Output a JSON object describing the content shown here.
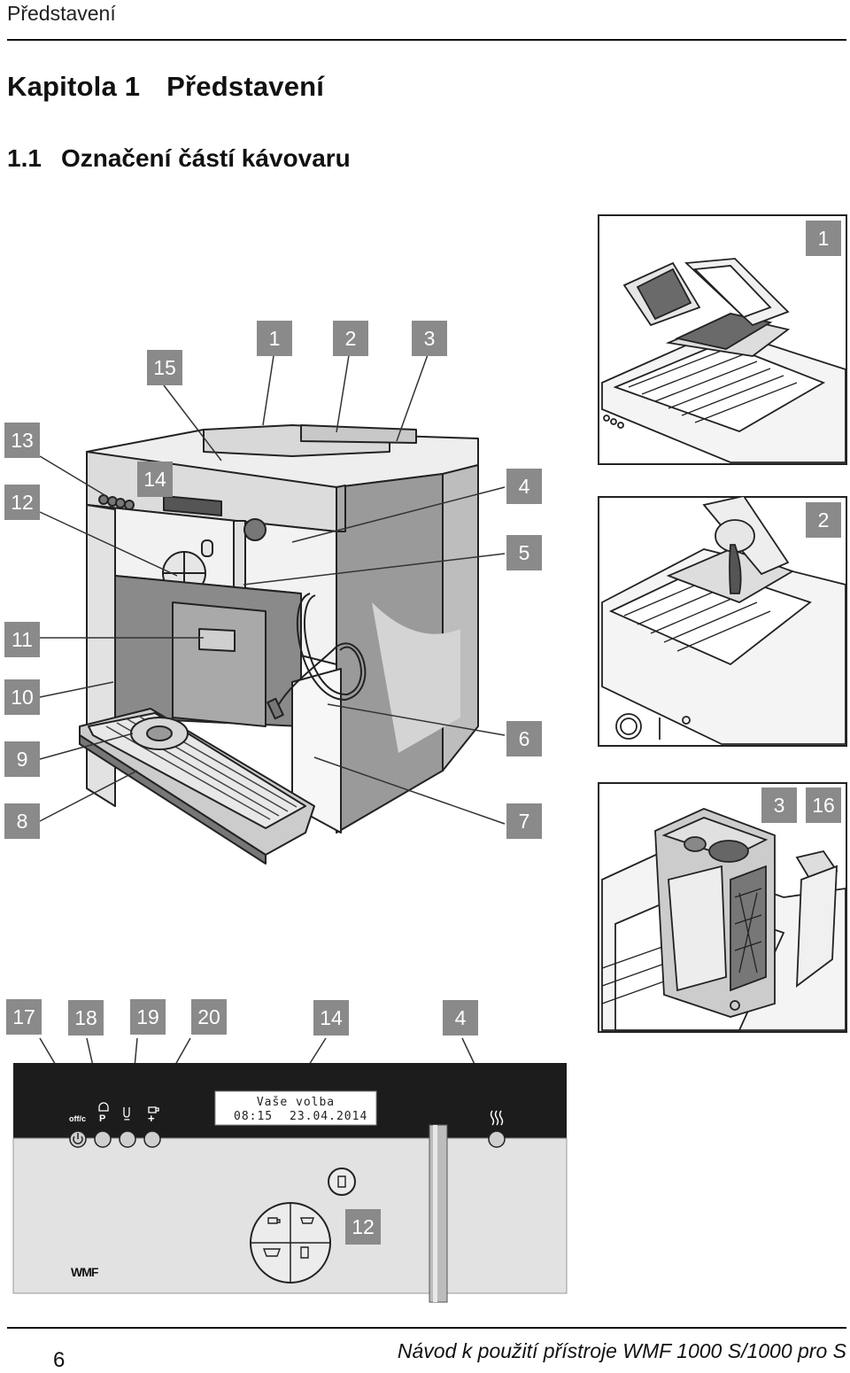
{
  "header": {
    "running_title": "Představení",
    "chapter_number": "Kapitola 1",
    "chapter_title": "Představení",
    "section_number": "1.1",
    "section_title": "Označení částí kávovaru"
  },
  "main_callouts": [
    "15",
    "1",
    "2",
    "3",
    "13",
    "14",
    "12",
    "4",
    "5",
    "11",
    "10",
    "9",
    "6",
    "8",
    "7"
  ],
  "detail_callouts": {
    "detail1": [
      "1"
    ],
    "detail2": [
      "2"
    ],
    "detail3": [
      "3",
      "16"
    ]
  },
  "panel": {
    "callouts": [
      "17",
      "18",
      "19",
      "20",
      "14",
      "4",
      "12"
    ],
    "display_line1": "Vaše volba",
    "display_time": "08:15",
    "display_date": "23.04.2014",
    "button_labels": [
      "off/c",
      "P",
      "–",
      "+"
    ],
    "logo": "WMF"
  },
  "footer": {
    "page_number": "6",
    "document_title": "Návod k použití přístroje WMF 1000 S/1000 pro S"
  }
}
